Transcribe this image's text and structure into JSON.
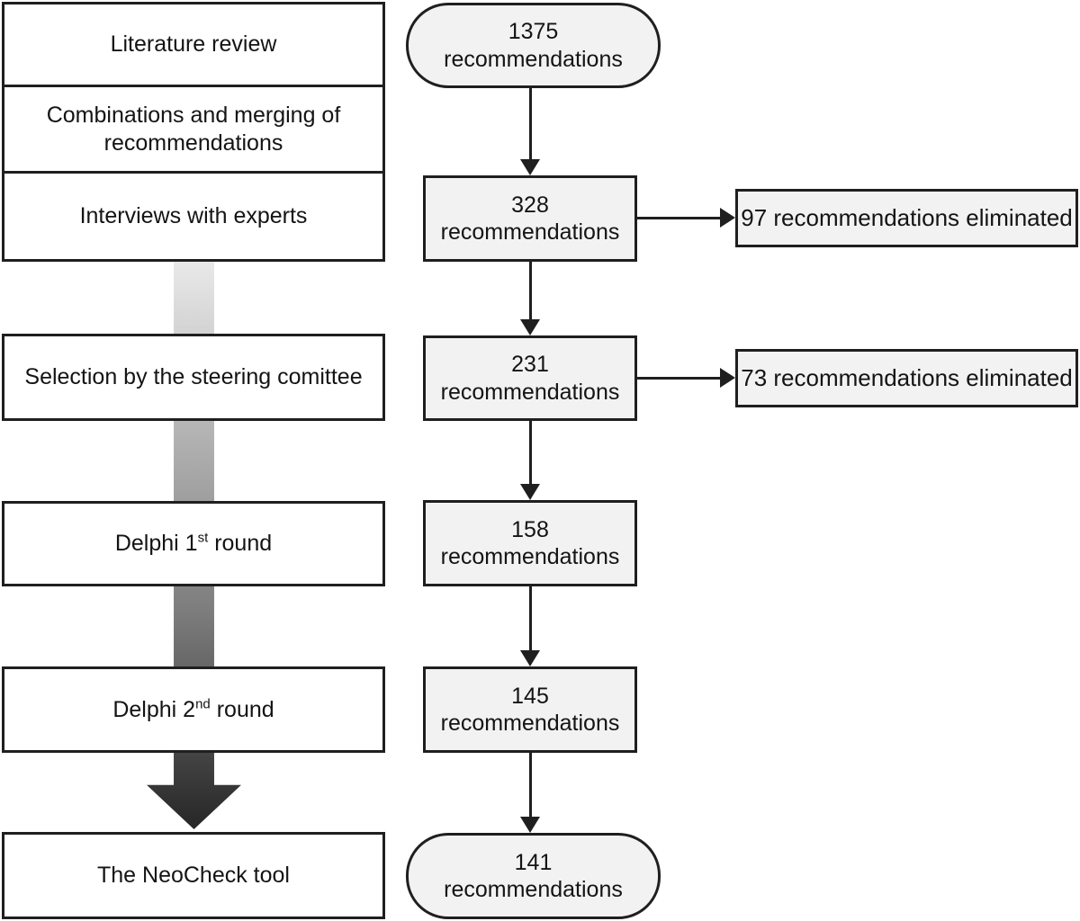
{
  "title": "NeoCheck recommendation selection flowchart",
  "colors": {
    "border": "#1f1f1f",
    "fill-light": "#f2f2f2",
    "fill-white": "#ffffff",
    "text": "#141414",
    "grad-top": "#e9e9e9",
    "grad-bottom": "#262626"
  },
  "left_steps": [
    {
      "text": "Literature review"
    },
    {
      "text": "Combinations and merging of recommendations"
    },
    {
      "text": "Interviews with experts"
    },
    {
      "text": "Selection by the steering comittee"
    },
    {
      "text": "Delphi 1",
      "sup": "st",
      "rest": " round"
    },
    {
      "text": "Delphi 2",
      "sup": "nd",
      "rest": " round"
    },
    {
      "text": "The NeoCheck tool"
    }
  ],
  "middle_nodes": [
    {
      "value": "1375",
      "label": "recommendations",
      "shape": "stadium"
    },
    {
      "value": "328",
      "label": "recommendations",
      "shape": "rect"
    },
    {
      "value": "231",
      "label": "recommendations",
      "shape": "rect"
    },
    {
      "value": "158",
      "label": "recommendations",
      "shape": "rect"
    },
    {
      "value": "145",
      "label": "recommendations",
      "shape": "rect"
    },
    {
      "value": "141",
      "label": "recommendations",
      "shape": "stadium"
    }
  ],
  "elimination_notes": [
    {
      "text": "97 recommendations eliminated"
    },
    {
      "text": "73 recommendations eliminated"
    }
  ]
}
